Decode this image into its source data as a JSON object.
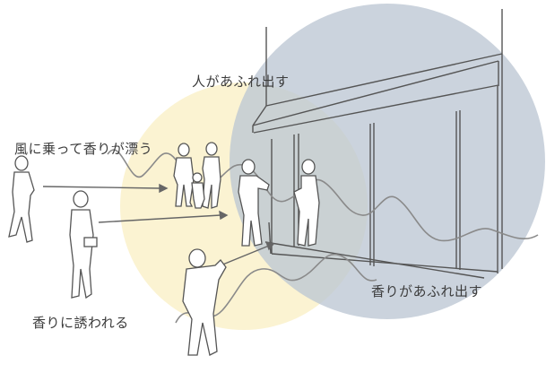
{
  "labels": {
    "people_overflow": "人があふれ出す",
    "scent_drifts": "風に乗って香りが漂う",
    "lured_by_scent": "香りに誘われる",
    "scent_overflows": "香りがあふれ出す"
  },
  "colors": {
    "yellow_circle": "#fbf3d2",
    "blue_circle": "#bcc7d4",
    "overlap": "#cfd0c2",
    "line": "#555555",
    "wave": "#8a8a8a",
    "text": "#3c3c3c"
  },
  "icons": {
    "figures": "person-silhouette",
    "arrows": "arrow-right"
  }
}
